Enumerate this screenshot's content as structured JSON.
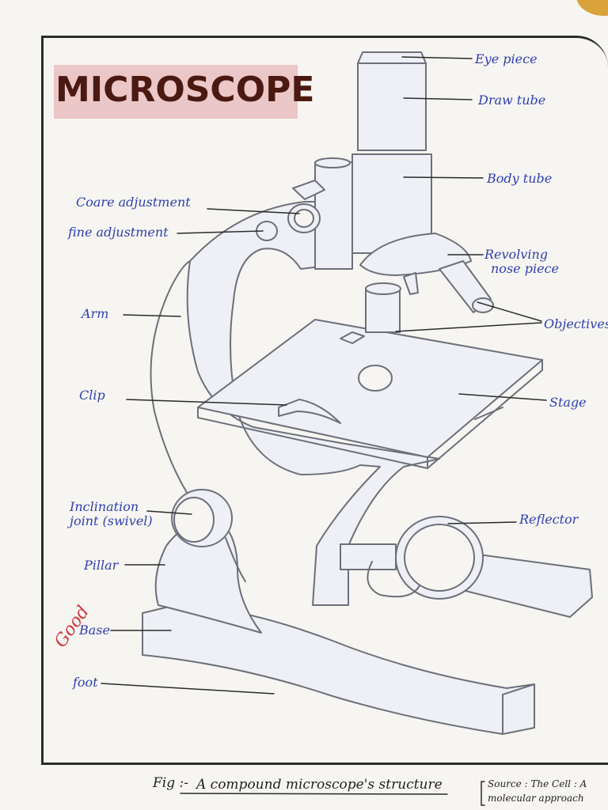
{
  "title": "MICROSCOPE",
  "labels": {
    "eye_piece": "Eye piece",
    "draw_tube": "Draw tube",
    "body_tube": "Body tube",
    "coarse_adjustment": "Coare adjustment",
    "fine_adjustment": "fine adjustment",
    "revolving_nose_piece_1": "Revolving",
    "revolving_nose_piece_2": "nose piece",
    "arm": "Arm",
    "objectives": "Objectives",
    "clip": "Clip",
    "stage": "Stage",
    "inclination_joint_1": "Inclination",
    "inclination_joint_2": "joint (swivel)",
    "reflector": "Reflector",
    "pillar": "Pillar",
    "base": "Base",
    "foot": "foot"
  },
  "caption": {
    "fig": "Fig :-",
    "text": "A compound microscope's structure",
    "source_1": "Source : The Cell : A",
    "source_2": "molecular approach"
  },
  "stamp": "Good",
  "colors": {
    "label_ink": "#2e3fb0",
    "pencil": "#6d6f7a",
    "title_bg": "#ebc7c7",
    "title_ink": "#4a1a12",
    "stamp_ink": "#d0363d"
  }
}
